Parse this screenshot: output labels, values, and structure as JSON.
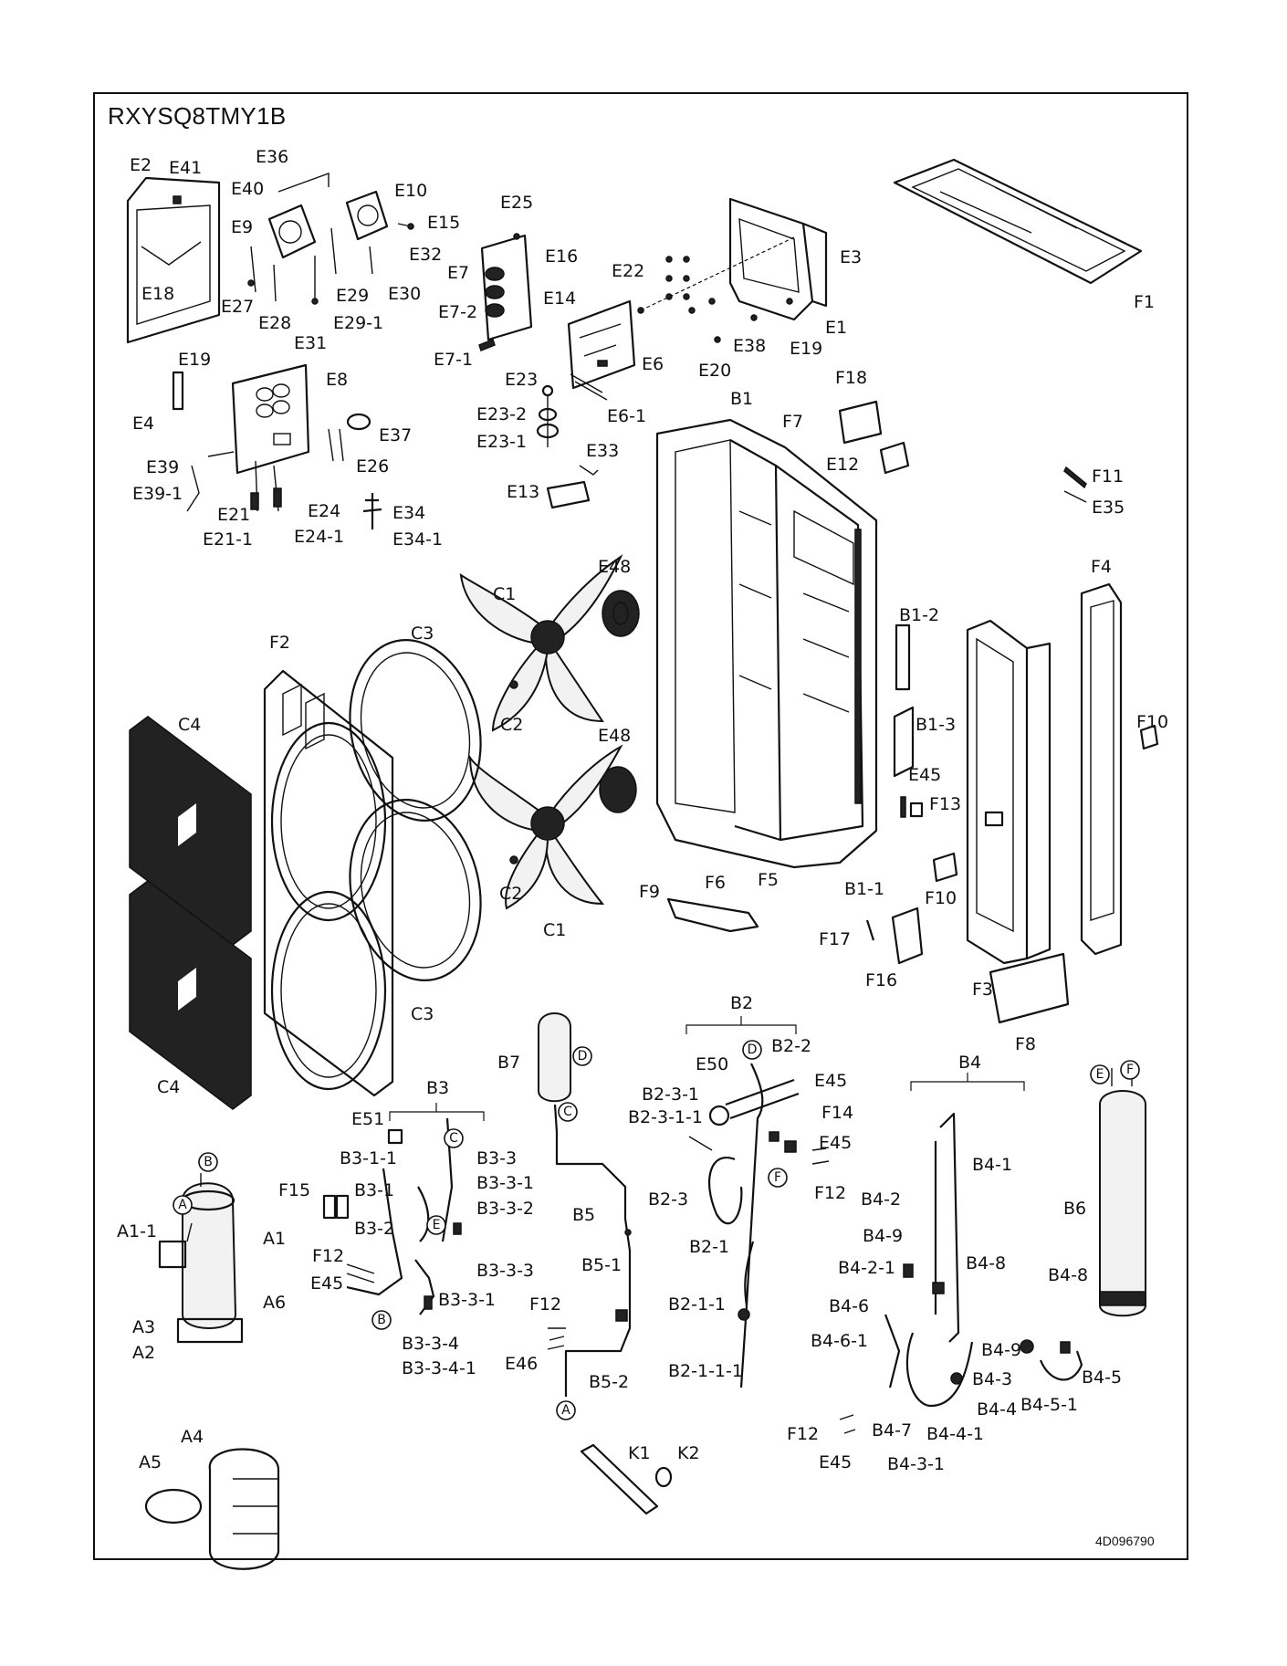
{
  "model": "RXYSQ8TMY1B",
  "doc_number": "4D096790",
  "labels": {
    "E2": "E2",
    "E41": "E41",
    "E36": "E36",
    "E40": "E40",
    "E9": "E9",
    "E10": "E10",
    "E15": "E15",
    "E32": "E32",
    "E18": "E18",
    "E27": "E27",
    "E28": "E28",
    "E29": "E29",
    "E30": "E30",
    "E29_1": "E29-1",
    "E31": "E31",
    "E19a": "E19",
    "E25": "E25",
    "E16": "E16",
    "E7": "E7",
    "E7_2": "E7-2",
    "E7_1": "E7-1",
    "E22": "E22",
    "E14": "E14",
    "E6": "E6",
    "E3": "E3",
    "E1": "E1",
    "E19b": "E19",
    "E38": "E38",
    "E20": "E20",
    "F1": "F1",
    "E8": "E8",
    "E4": "E4",
    "E37": "E37",
    "E26": "E26",
    "E39": "E39",
    "E39_1": "E39-1",
    "E21": "E21",
    "E21_1": "E21-1",
    "E24": "E24",
    "E24_1": "E24-1",
    "E34": "E34",
    "E34_1": "E34-1",
    "E23": "E23",
    "E23_2": "E23-2",
    "E23_1": "E23-1",
    "E6_1": "E6-1",
    "E33": "E33",
    "E13": "E13",
    "B1": "B1",
    "F7": "F7",
    "F18": "F18",
    "E12": "E12",
    "F11": "F11",
    "E35": "E35",
    "E48a": "E48",
    "C1a": "C1",
    "C2a": "C2",
    "E48b": "E48",
    "C2b": "C2",
    "C1b": "C1",
    "F2": "F2",
    "C3a": "C3",
    "C3b": "C3",
    "C4a": "C4",
    "C4b": "C4",
    "B1_2": "B1-2",
    "B1_3": "B1-3",
    "E45a": "E45",
    "F13": "F13",
    "F4": "F4",
    "F10a": "F10",
    "F10b": "F10",
    "F6": "F6",
    "F5": "F5",
    "B1_1": "B1-1",
    "F9": "F9",
    "F17": "F17",
    "F16": "F16",
    "F3": "F3",
    "F8": "F8",
    "B2": "B2",
    "B7": "B7",
    "E50": "E50",
    "B2_2": "B2-2",
    "B2_3_1": "B2-3-1",
    "B2_3_1_1": "B2-3-1-1",
    "E45b": "E45",
    "F14": "F14",
    "E45c": "E45",
    "F12a": "F12",
    "B2_3": "B2-3",
    "B5": "B5",
    "B2_1": "B2-1",
    "B5_1": "B5-1",
    "B2_1_1": "B2-1-1",
    "B2_1_1_1": "B2-1-1-1",
    "F12b": "F12",
    "E46": "E46",
    "B5_2": "B5-2",
    "K1": "K1",
    "K2": "K2",
    "B3": "B3",
    "E51": "E51",
    "B3_1_1": "B3-1-1",
    "B3_3": "B3-3",
    "B3_3_1": "B3-3-1",
    "B3_1": "B3-1",
    "F15": "F15",
    "B3_3_2": "B3-3-2",
    "B3_2": "B3-2",
    "F12c": "F12",
    "E45d": "E45",
    "B3_3_3": "B3-3-3",
    "B3_3_1b": "B3-3-1",
    "B3_3_4": "B3-3-4",
    "B3_3_4_1": "B3-3-4-1",
    "A1_1": "A1-1",
    "A1": "A1",
    "A6": "A6",
    "A3": "A3",
    "A2": "A2",
    "A4": "A4",
    "A5": "A5",
    "B4": "B4",
    "B4_1": "B4-1",
    "B4_2": "B4-2",
    "B4_9a": "B4-9",
    "B4_2_1": "B4-2-1",
    "B4_8a": "B4-8",
    "B4_8b": "B4-8",
    "B4_6": "B4-6",
    "B4_6_1": "B4-6-1",
    "B4_9b": "B4-9",
    "B4_3": "B4-3",
    "B4_5": "B4-5",
    "B4_4": "B4-4",
    "B4_5_1": "B4-5-1",
    "F12d": "F12",
    "B4_7": "B4-7",
    "B4_4_1": "B4-4-1",
    "E45e": "E45",
    "B4_3_1": "B4-3-1",
    "B6": "B6"
  },
  "connectors": {
    "B": "B",
    "A": "A",
    "C": "C",
    "D": "D",
    "E": "E",
    "F": "F"
  }
}
